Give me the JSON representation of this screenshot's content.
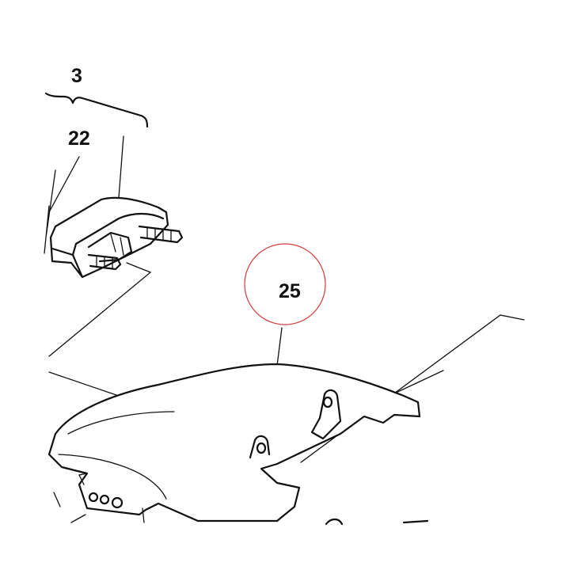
{
  "callouts": {
    "assembly": "3",
    "bushing": "22",
    "cover": "25"
  },
  "highlight": {
    "color": "#d23a3a"
  }
}
